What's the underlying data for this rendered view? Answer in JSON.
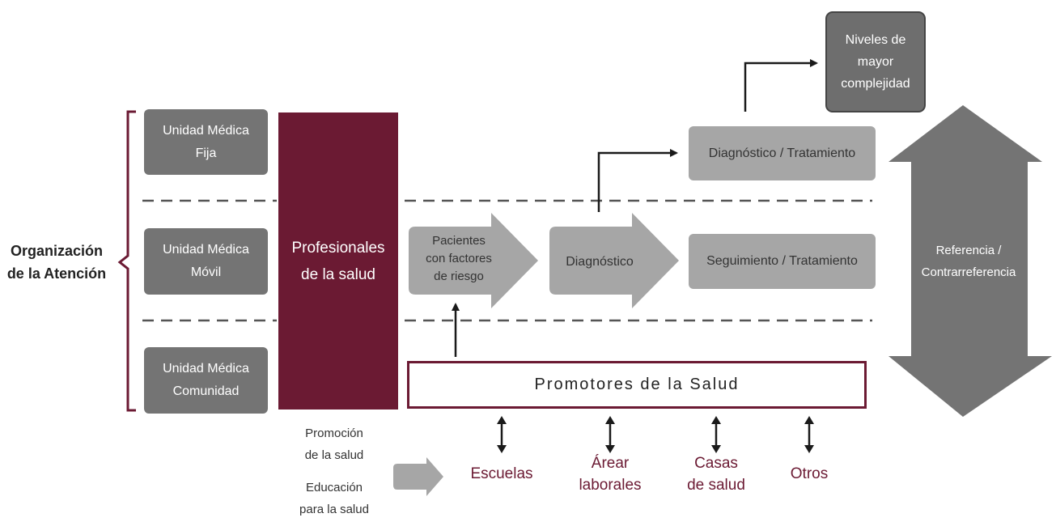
{
  "organization": {
    "label": "Organización\nde la Atención"
  },
  "units": [
    {
      "label": "Unidad Médica\nFija"
    },
    {
      "label": "Unidad Médica\nMóvil"
    },
    {
      "label": "Unidad Médica\nComunidad"
    }
  ],
  "professionals": {
    "label": "Profesionales\nde la salud"
  },
  "flow": {
    "patients": "Pacientes\ncon factores\nde riesgo",
    "diagnosis": "Diagnóstico",
    "diagnosis_treatment": "Diagnóstico / Tratamiento",
    "followup_treatment": "Seguimiento / Tratamiento",
    "higher_levels": "Niveles de\nmayor\ncomplejidad"
  },
  "referral": {
    "label": "Referencia /\nContrarreferencia"
  },
  "promoters": {
    "label": "Promotores de la Salud"
  },
  "actions": {
    "promotion": "Promoción\nde la salud",
    "education": "Educación\npara la salud"
  },
  "destinations": [
    {
      "label": "Escuelas"
    },
    {
      "label": "Árear\nlaborales"
    },
    {
      "label": "Casas\nde salud"
    },
    {
      "label": "Otros"
    }
  ],
  "colors": {
    "maroon": "#6b1a33",
    "dark_gray": "#747474",
    "light_gray": "#a6a6a6"
  }
}
